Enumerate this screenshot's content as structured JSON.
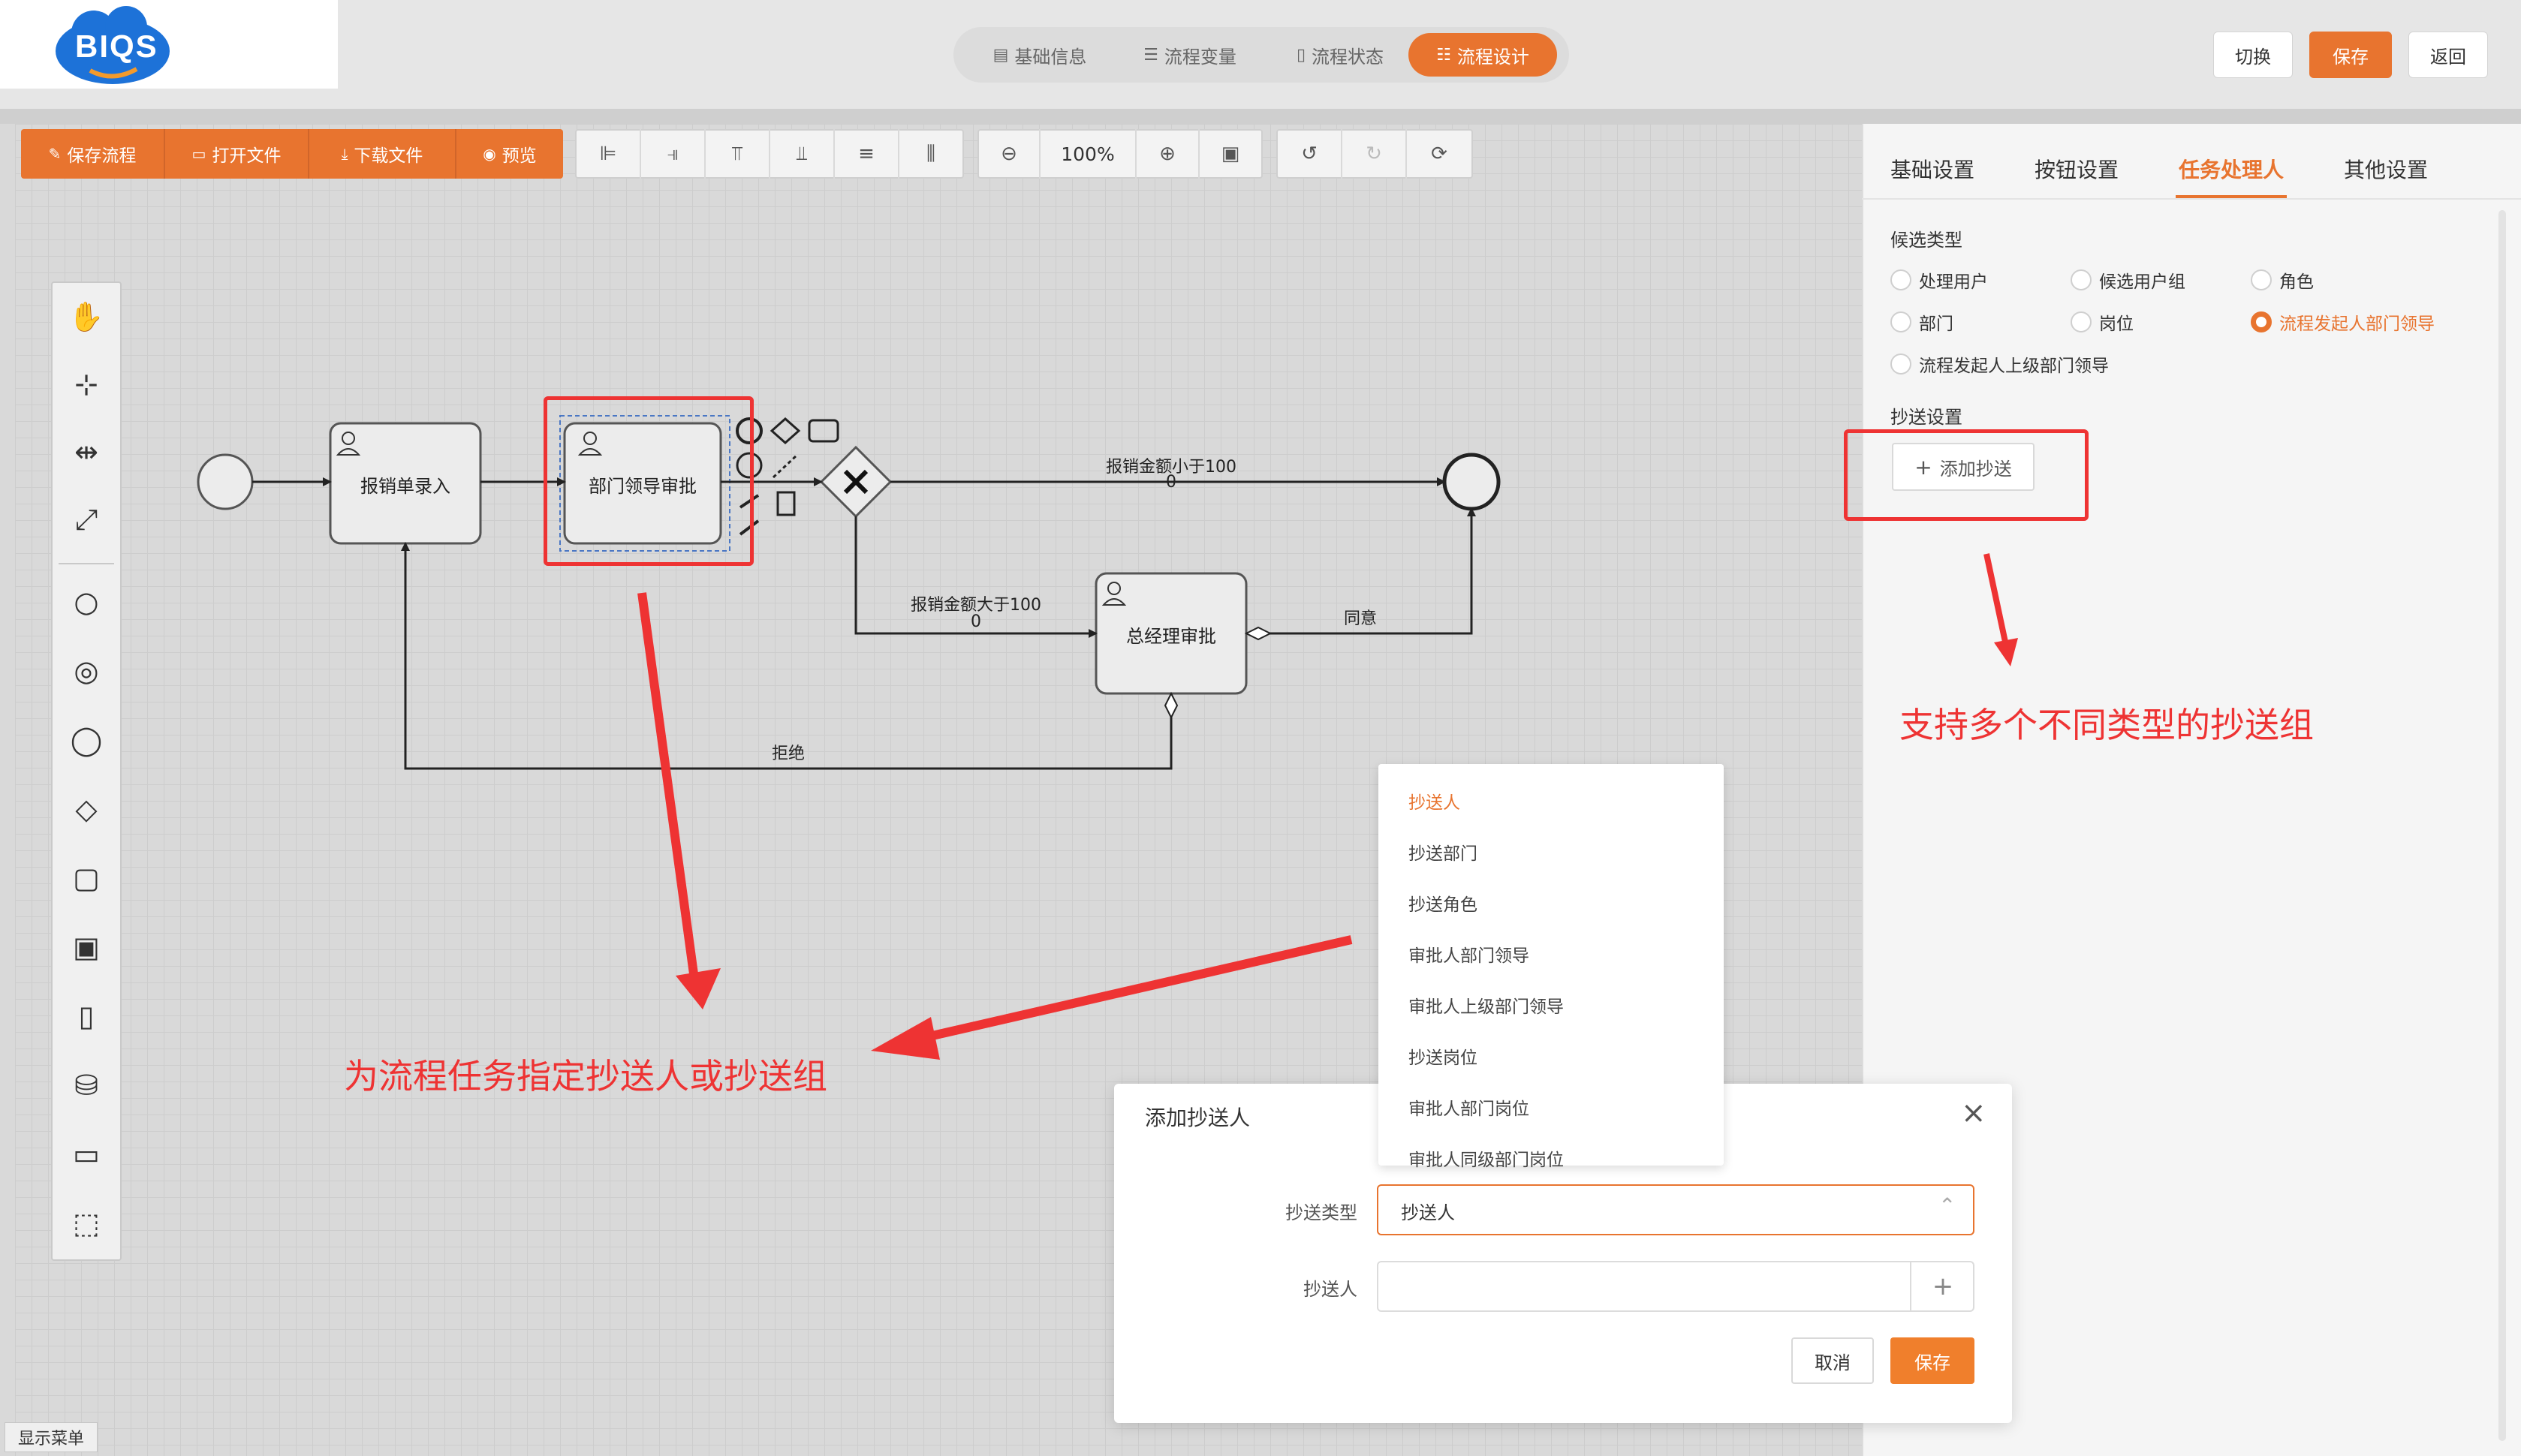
{
  "brand": {
    "logo_text": "BIQS"
  },
  "header": {
    "steps": [
      {
        "label": "基础信息",
        "icon": "doc-icon"
      },
      {
        "label": "流程变量",
        "icon": "list-icon"
      },
      {
        "label": "流程状态",
        "icon": "file-icon"
      },
      {
        "label": "流程设计",
        "icon": "flow-icon",
        "active": true
      }
    ],
    "switch_label": "切换",
    "save_label": "保存",
    "back_label": "返回"
  },
  "toolbar": {
    "save_flow": "保存流程",
    "open_file": "打开文件",
    "download_file": "下载文件",
    "preview": "预览",
    "zoom": "100%"
  },
  "diagram": {
    "tasks": {
      "expense_entry": "报销单录入",
      "dept_leader": "部门领导审批",
      "gm_approval": "总经理审批"
    },
    "flows": {
      "lt100": "报销金额小于100",
      "lt100_val": "0",
      "gt100": "报销金额大于100",
      "gt100_val": "0",
      "agree": "同意",
      "reject": "拒绝"
    }
  },
  "show_menu": "显示菜单",
  "panel": {
    "tabs": [
      "基础设置",
      "按钮设置",
      "任务处理人",
      "其他设置"
    ],
    "active_tab": 2,
    "candidate_label": "候选类型",
    "candidates": [
      {
        "label": "处理用户",
        "checked": false
      },
      {
        "label": "候选用户组",
        "checked": false
      },
      {
        "label": "角色",
        "checked": false
      },
      {
        "label": "部门",
        "checked": false
      },
      {
        "label": "岗位",
        "checked": false
      },
      {
        "label": "流程发起人部门领导",
        "checked": true
      },
      {
        "label": "流程发起人上级部门领导",
        "checked": false
      }
    ],
    "cc_settings_label": "抄送设置",
    "add_cc_label": "添加抄送"
  },
  "annotations": {
    "right": "支持多个不同类型的抄送组",
    "left": "为流程任务指定抄送人或抄送组"
  },
  "dialog": {
    "title": "添加抄送人",
    "cc_type_label": "抄送类型",
    "cc_type_value": "抄送人",
    "cc_person_label": "抄送人",
    "cancel": "取消",
    "save": "保存"
  },
  "dropdown_options": [
    "抄送人",
    "抄送部门",
    "抄送角色",
    "审批人部门领导",
    "审批人上级部门领导",
    "抄送岗位",
    "审批人部门岗位",
    "审批人同级部门岗位"
  ],
  "colors": {
    "accent": "#e8742f",
    "annotation": "#ee3333"
  }
}
